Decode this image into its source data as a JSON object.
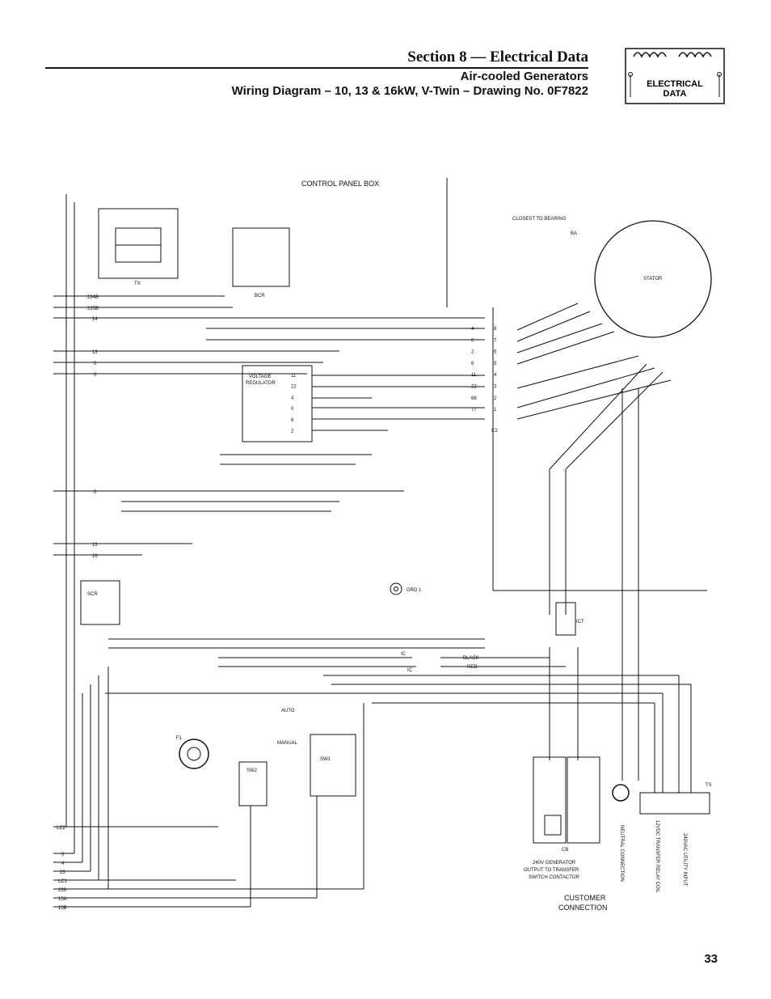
{
  "header": {
    "section_title": "Section 8 — Electrical Data",
    "subtitle": "Air-cooled Generators",
    "drawing_title": "Wiring Diagram – 10, 13 & 16kW, V-Twin – Drawing No. 0F7822",
    "logo_text_line1": "ELECTRICAL",
    "logo_text_line2": "DATA"
  },
  "diagram": {
    "control_panel_label": "CONTROL PANEL BOX",
    "closest_to_bearing": "CLOSEST TO BEARING",
    "stator": "STATOR",
    "ba": "BA",
    "tx": "TX",
    "bcr": "BCR",
    "voltage_regulator_1": "VOLTAGE",
    "voltage_regulator_2": "REGULATOR",
    "grd": "GRD 1",
    "scr": "SCR",
    "ict": "ICT",
    "cb": "CB",
    "ts": "TS",
    "c2": "C2",
    "f1": "F1",
    "sw1": "SW1",
    "sw2": "SW2",
    "auto": "AUTO",
    "manual": "MANUAL",
    "ic": "IC",
    "black": "BLACK",
    "red": "RED",
    "cb_caption_1": "240V GENERATOR",
    "cb_caption_2": "OUTPUT TO TRANSFER",
    "cb_caption_3": "SWITCH CONTACTOR",
    "customer_1": "CUSTOMER",
    "customer_2": "CONNECTION",
    "neutral": "NEUTRAL CONNECTION",
    "transfer_relay": "12VDC TRANSFER RELAY COIL",
    "utility_input": "240VAC UTILITY INPUT",
    "left_wires": [
      "224B",
      "225B",
      "14",
      "13",
      "0",
      "0",
      "0",
      "13",
      "16"
    ],
    "bottom_left_wires": [
      "LC2",
      "0",
      "4",
      "23",
      "LC1",
      "239",
      "15A",
      "15B"
    ],
    "c2_pins": [
      "8",
      "7",
      "6",
      "5",
      "4",
      "3",
      "2",
      "1"
    ],
    "c2_wires": [
      "4",
      "0",
      "2",
      "6",
      "11",
      "22",
      "66",
      "77"
    ],
    "vr_wires": [
      "11",
      "22",
      "4",
      "0",
      "6",
      "2"
    ]
  },
  "footer": {
    "page_number": "33"
  }
}
